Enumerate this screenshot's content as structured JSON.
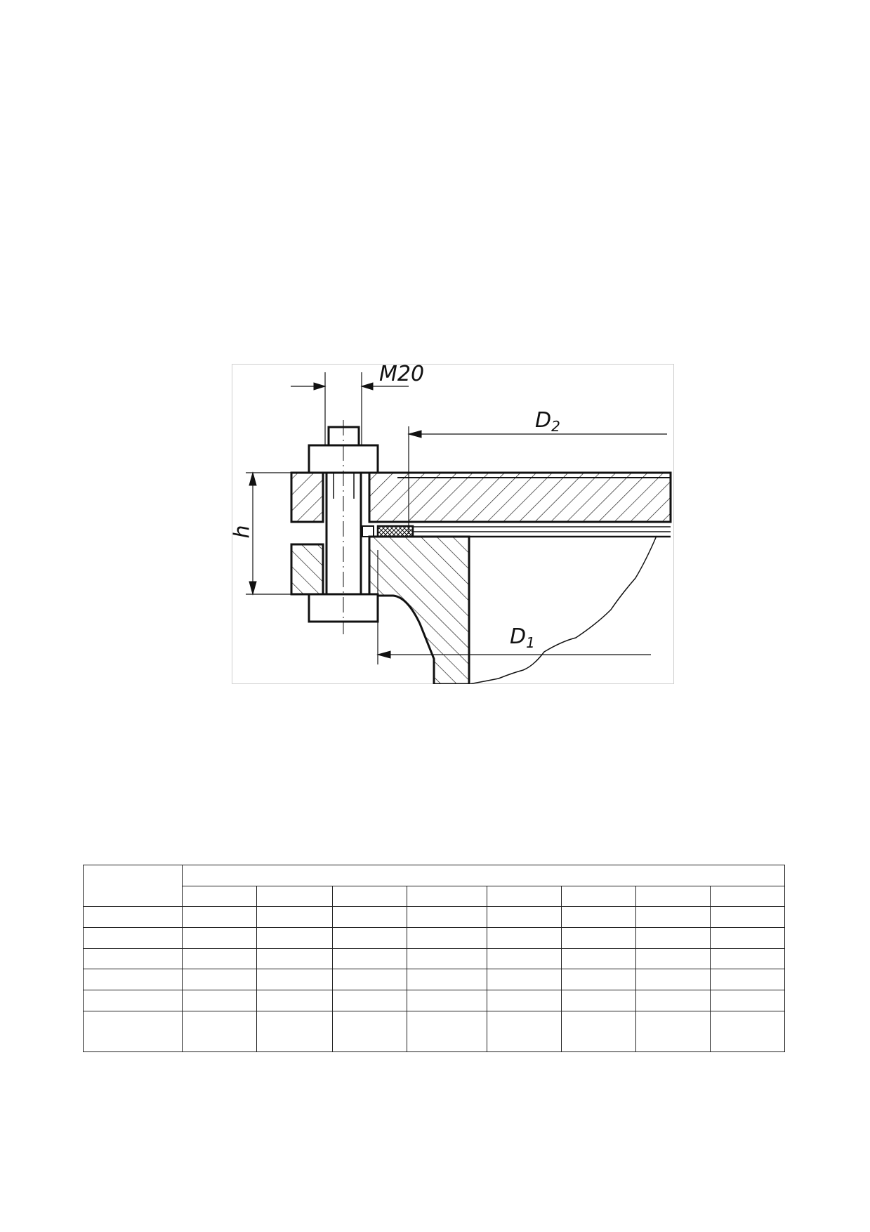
{
  "drawing": {
    "labels": {
      "thread": "M20",
      "outer_diameter_main": "D",
      "outer_diameter_sub": "2",
      "inner_diameter_main": "D",
      "inner_diameter_sub": "1",
      "height": "h"
    }
  },
  "table": {
    "rows": 8,
    "columns": 9
  }
}
